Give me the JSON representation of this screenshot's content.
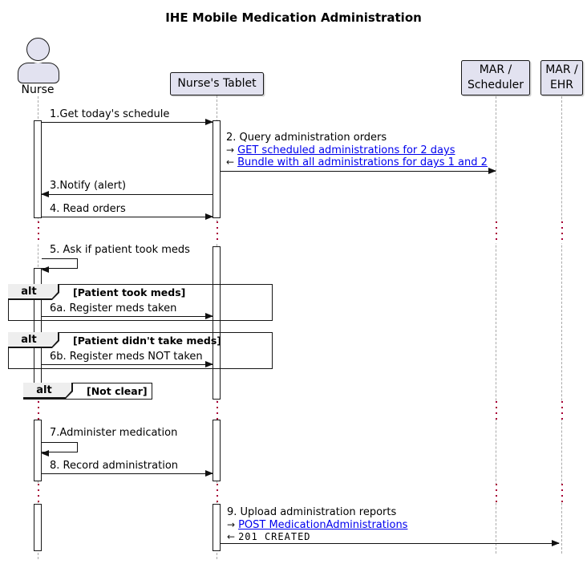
{
  "title": "IHE Mobile Medication Administration",
  "participants": {
    "nurse": {
      "label": "Nurse"
    },
    "tablet": {
      "label": "Nurse's Tablet"
    },
    "scheduler": {
      "line1": "MAR /",
      "line2": "Scheduler"
    },
    "ehr": {
      "line1": "MAR /",
      "line2": "EHR"
    }
  },
  "glyphs": {
    "right": "→",
    "left": "←"
  },
  "messages": {
    "m1": "1.Get today's schedule",
    "m2": "2. Query administration orders",
    "m2_link1": "GET scheduled administrations for 2 days",
    "m2_link2": "Bundle with all administrations for days 1 and 2",
    "m3": "3.Notify (alert)",
    "m4": "4. Read orders",
    "m5": "5. Ask if patient took meds",
    "m6a": "6a. Register meds taken",
    "m6b": "6b. Register meds NOT taken",
    "m7": "7.Administer medication",
    "m8": "8. Record administration",
    "m9": "9. Upload administration reports",
    "m9_link": "POST MedicationAdministrations",
    "m9_reply": "201 CREATED"
  },
  "fragments": {
    "alt1": {
      "operator": "alt",
      "guard": "[Patient took meds]"
    },
    "alt2": {
      "operator": "alt",
      "guard": "[Patient didn't take meds]"
    },
    "alt3": {
      "operator": "alt",
      "guard": "[Not clear]"
    }
  },
  "colors": {
    "participant_fill": "#E2E2F0",
    "participant_border": "#181818",
    "link": "#0000EE",
    "delay_dot": "#A80036",
    "lifeline": "#A9A9A9",
    "fragment_header_fill": "#EEEEEE"
  }
}
